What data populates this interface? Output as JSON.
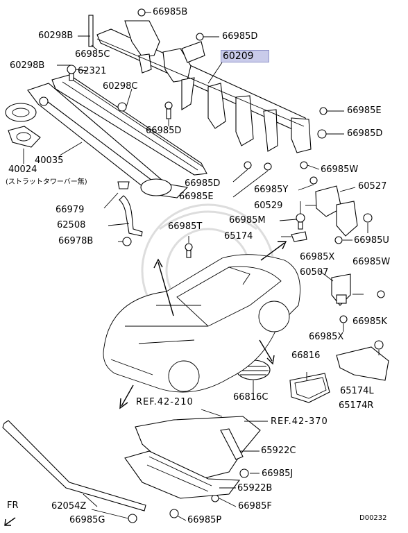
{
  "diagram_code": "D00232",
  "front_marker": "FR",
  "highlight_color": "#c9cbea",
  "labels": {
    "p66985B": "66985B",
    "p66985D_top": "66985D",
    "p60298B_a": "60298B",
    "p66985C": "66985C",
    "p60209": "60209",
    "p60298B_b": "60298B",
    "p62321": "62321",
    "p60298C": "60298C",
    "p66985E_right": "66985E",
    "p66985D_mid": "66985D",
    "p66985D_right": "66985D",
    "p40035": "40035",
    "p40024": "40024",
    "note_40024": "(ストラットタワーバー無)",
    "p66985W_a": "66985W",
    "p66985D_low": "66985D",
    "p66985Y": "66985Y",
    "p60527": "60527",
    "p66985E_low": "66985E",
    "p66979": "66979",
    "p60529": "60529",
    "p62508": "62508",
    "p66985T": "66985T",
    "p66985M": "66985M",
    "p66978B": "66978B",
    "p65174": "65174",
    "p66985U": "66985U",
    "p66985X_a": "66985X",
    "p66985W_b": "66985W",
    "p60507": "60507",
    "p66985K": "66985K",
    "p66985X_b": "66985X",
    "p66816": "66816",
    "p65174L": "65174L",
    "p66816C": "66816C",
    "p65174R": "65174R",
    "ref_210": "REF.42-210",
    "ref_370": "REF.42-370",
    "p65922C": "65922C",
    "p66985J": "66985J",
    "p65922B": "65922B",
    "p62054Z": "62054Z",
    "p66985F": "66985F",
    "p66985G": "66985G",
    "p66985P": "66985P"
  }
}
